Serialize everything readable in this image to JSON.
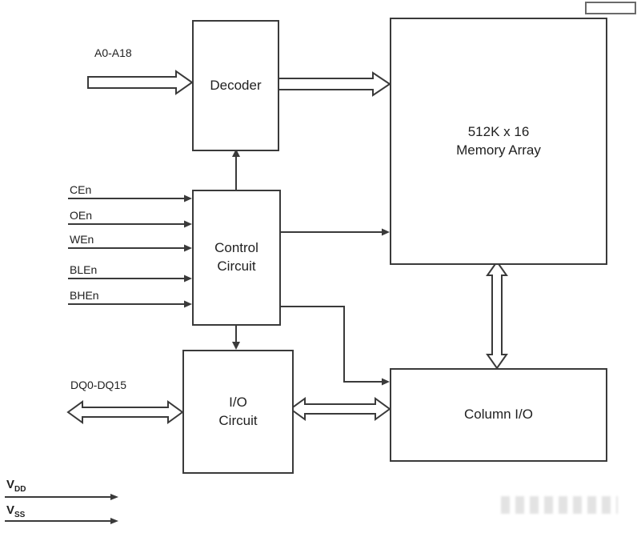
{
  "diagram": {
    "blocks": {
      "decoder": {
        "label": "Decoder"
      },
      "memory_array": {
        "line1": "512K x 16",
        "line2": "Memory Array"
      },
      "control_circuit": {
        "line1": "Control",
        "line2": "Circuit"
      },
      "io_circuit": {
        "line1": "I/O",
        "line2": "Circuit"
      },
      "column_io": {
        "label": "Column I/O"
      }
    },
    "signals": {
      "address": {
        "label": "A0-A18"
      },
      "ce": {
        "label": "CEn"
      },
      "oe": {
        "label": "OEn"
      },
      "we": {
        "label": "WEn"
      },
      "ble": {
        "label": "BLEn"
      },
      "bhe": {
        "label": "BHEn"
      },
      "dq": {
        "label": "DQ0-DQ15"
      },
      "vdd": {
        "main": "V",
        "sub": "DD"
      },
      "vss": {
        "main": "V",
        "sub": "SS"
      }
    },
    "colors": {
      "line": "#3a3a3a",
      "background": "#ffffff"
    }
  }
}
